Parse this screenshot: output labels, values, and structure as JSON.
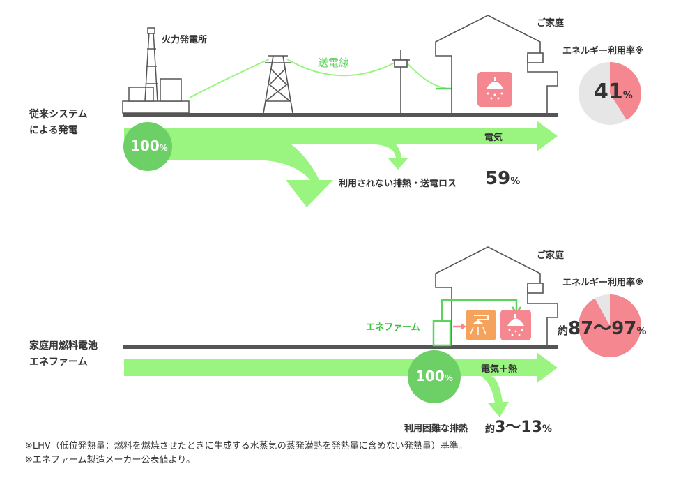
{
  "top": {
    "power_plant_label": "火力発電所",
    "transmission_line_label": "送電線",
    "home_label": "ご家庭",
    "system_label_line1": "従来システム",
    "system_label_line2": "による発電",
    "input_percent": "100",
    "percent_sign": "%",
    "electricity_label": "電気",
    "loss_label": "利用されない排熱・送電ロス",
    "loss_percent": "59",
    "efficiency_title": "エネルギー利用率※",
    "efficiency_value": "41",
    "efficiency_fraction": 0.41
  },
  "bottom": {
    "home_label": "ご家庭",
    "system_label_line1": "家庭用燃料電池",
    "system_label_line2": "エネファーム",
    "enefarm_label": "エネファーム",
    "input_percent": "100",
    "percent_sign": "%",
    "output_label": "電気＋熱",
    "loss_label": "利用困難な排熱",
    "loss_prefix": "約",
    "loss_range": "3～13",
    "efficiency_title": "エネルギー利用率※",
    "efficiency_prefix": "約",
    "efficiency_range": "87～97",
    "efficiency_fraction": 0.92
  },
  "notes": [
    "※LHV（低位発熱量：燃料を燃焼させたときに生成する水蒸気の蒸発潜熱を発熱量に含めない発熱量）基準。",
    "※エネファーム製造メーカー公表値より。"
  ],
  "colors": {
    "flow_green": "#99f580",
    "circle_green": "#6dd066",
    "line_green": "#5cd35c",
    "pink": "#f4878f",
    "orange": "#f5a25c",
    "pie_gray": "#e6e6e6",
    "ground": "#555555",
    "outline": "#555555"
  },
  "icons": [
    "power-plant-icon",
    "transmission-tower-icon",
    "utility-pole-icon",
    "house-icon",
    "shower-icon",
    "water-heater-icon",
    "enefarm-unit-icon"
  ]
}
